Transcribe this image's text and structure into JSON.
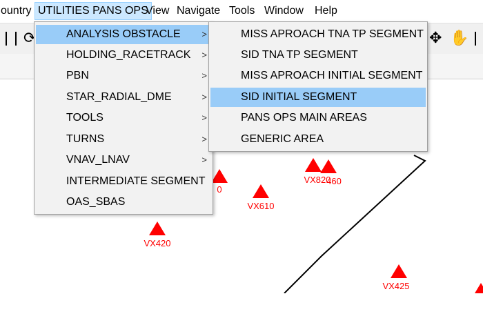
{
  "menubar": {
    "items": [
      "ountry",
      "UTILITIES PANS OPS",
      "View",
      "Navigate",
      "Tools",
      "Window",
      "Help"
    ]
  },
  "menus": {
    "utilities": {
      "items": [
        {
          "label": "ANALYSIS OBSTACLE",
          "submenu": true
        },
        {
          "label": "HOLDING_RACETRACK",
          "submenu": true
        },
        {
          "label": "PBN",
          "submenu": true
        },
        {
          "label": "STAR_RADIAL_DME",
          "submenu": true
        },
        {
          "label": "TOOLS",
          "submenu": true
        },
        {
          "label": "TURNS",
          "submenu": true
        },
        {
          "label": "VNAV_LNAV",
          "submenu": true
        },
        {
          "label": "INTERMEDIATE SEGMENT",
          "submenu": false
        },
        {
          "label": "OAS_SBAS",
          "submenu": false
        }
      ],
      "arrow_glyph": ">"
    },
    "analysis_obstacle": {
      "items": [
        "MISS APROACH TNA TP SEGMENT",
        "SID TNA TP SEGMENT",
        "MISS APROACH INITIAL SEGMENT",
        "SID INITIAL SEGMENT",
        "PANS OPS MAIN AREAS",
        "GENERIC AREA"
      ],
      "highlighted": "SID INITIAL SEGMENT"
    }
  },
  "map": {
    "waypoints": [
      {
        "label": "VX420"
      },
      {
        "label": "VX610"
      },
      {
        "label": "VX820"
      },
      {
        "label": "460"
      },
      {
        "label": "VX425"
      },
      {
        "label": "0"
      }
    ],
    "marker_color": "#ff0000",
    "line_color": "#000000"
  },
  "colors": {
    "menu_highlight": "#99ccf8",
    "menubar_active": "#cce8ff"
  }
}
